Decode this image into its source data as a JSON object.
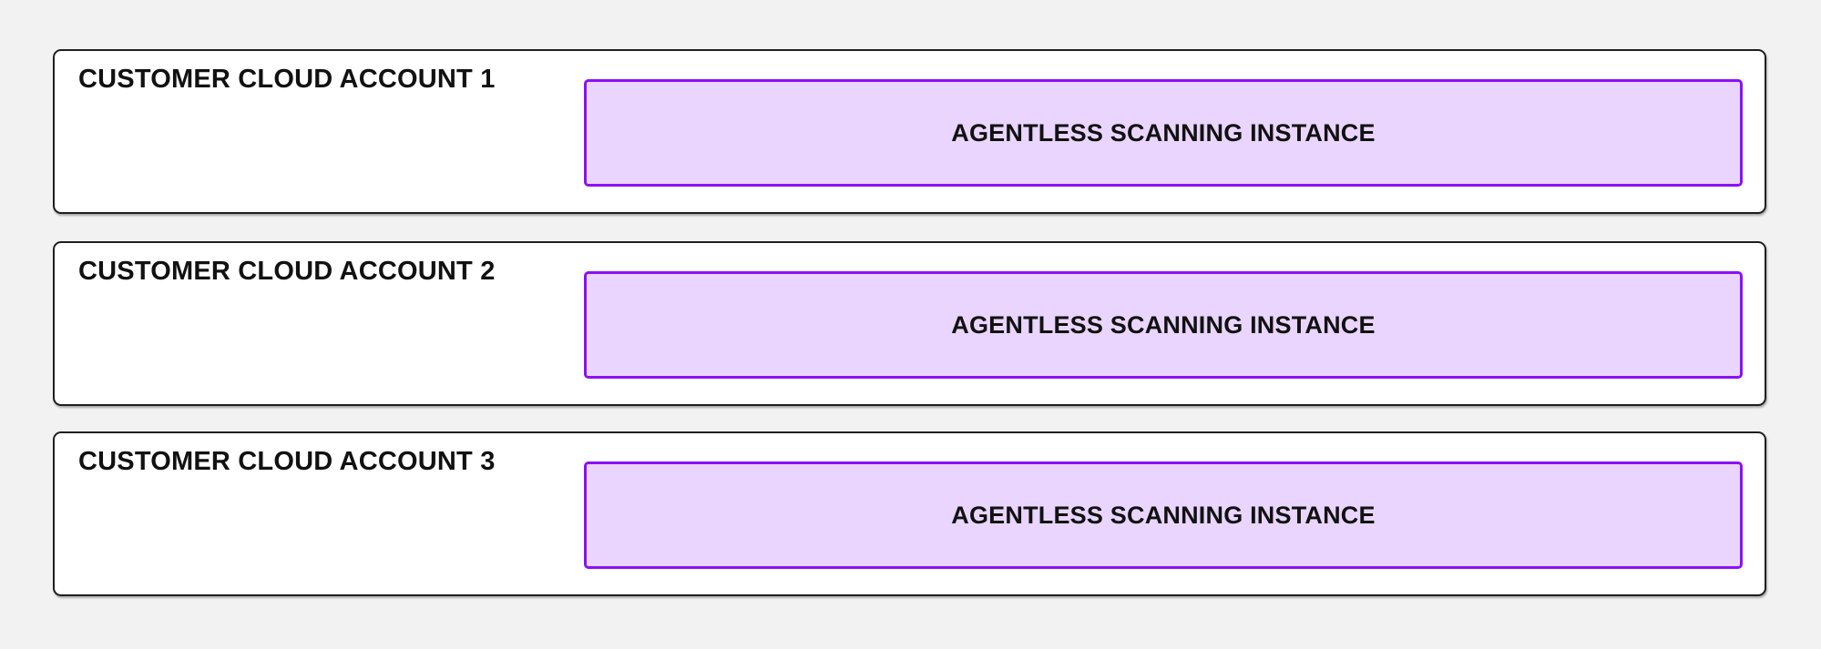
{
  "diagram": {
    "background_color": "#f2f2f2",
    "card_border_color": "#1f1f1f",
    "card_fill_color": "#ffffff",
    "instance_border_color": "#8c10f5",
    "instance_fill_color": "#e9d5fd",
    "text_color": "#111111",
    "accounts": [
      {
        "title": "CUSTOMER CLOUD ACCOUNT 1",
        "instance_label": "AGENTLESS SCANNING INSTANCE"
      },
      {
        "title": "CUSTOMER CLOUD ACCOUNT 2",
        "instance_label": "AGENTLESS SCANNING INSTANCE"
      },
      {
        "title": "CUSTOMER CLOUD ACCOUNT 3",
        "instance_label": "AGENTLESS SCANNING INSTANCE"
      }
    ]
  }
}
